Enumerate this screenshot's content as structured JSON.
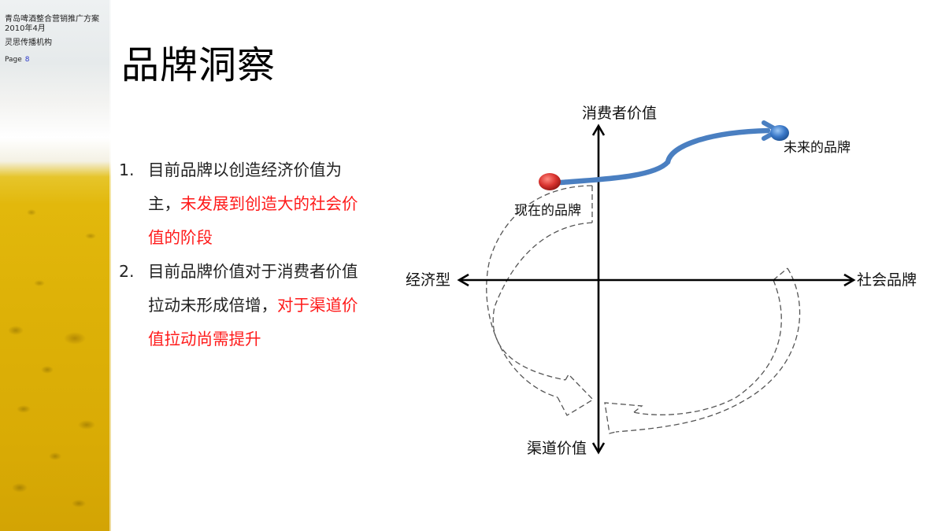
{
  "sidebar": {
    "doc_title": "青岛啤酒整合营销推广方案",
    "date": "2010年4月",
    "org": "灵思传播机构",
    "page_label": "Page",
    "page_number": "8"
  },
  "slide": {
    "title": "品牌洞察",
    "bullets": [
      {
        "number": "1.",
        "text_normal": "目前品牌以创造经济价值为主，",
        "text_highlight": "未发展到创造大的社会价值的阶段"
      },
      {
        "number": "2.",
        "text_normal": "目前品牌价值对于消费者价值拉动未形成倍增，",
        "text_highlight": "对于渠道价值拉动尚需提升"
      }
    ]
  },
  "diagram": {
    "axes": {
      "top": "消费者价值",
      "bottom": "渠道价值",
      "left": "经济型",
      "right": "社会品牌"
    },
    "nodes": {
      "current": "现在的品牌",
      "future": "未来的品牌"
    },
    "colors": {
      "highlight_text": "#ff1a1a",
      "curve": "#4a7fc1",
      "current_node": "#d9332f",
      "future_node": "#3b79c9",
      "axis": "#000000",
      "dashed_arrow": "#555555"
    }
  }
}
